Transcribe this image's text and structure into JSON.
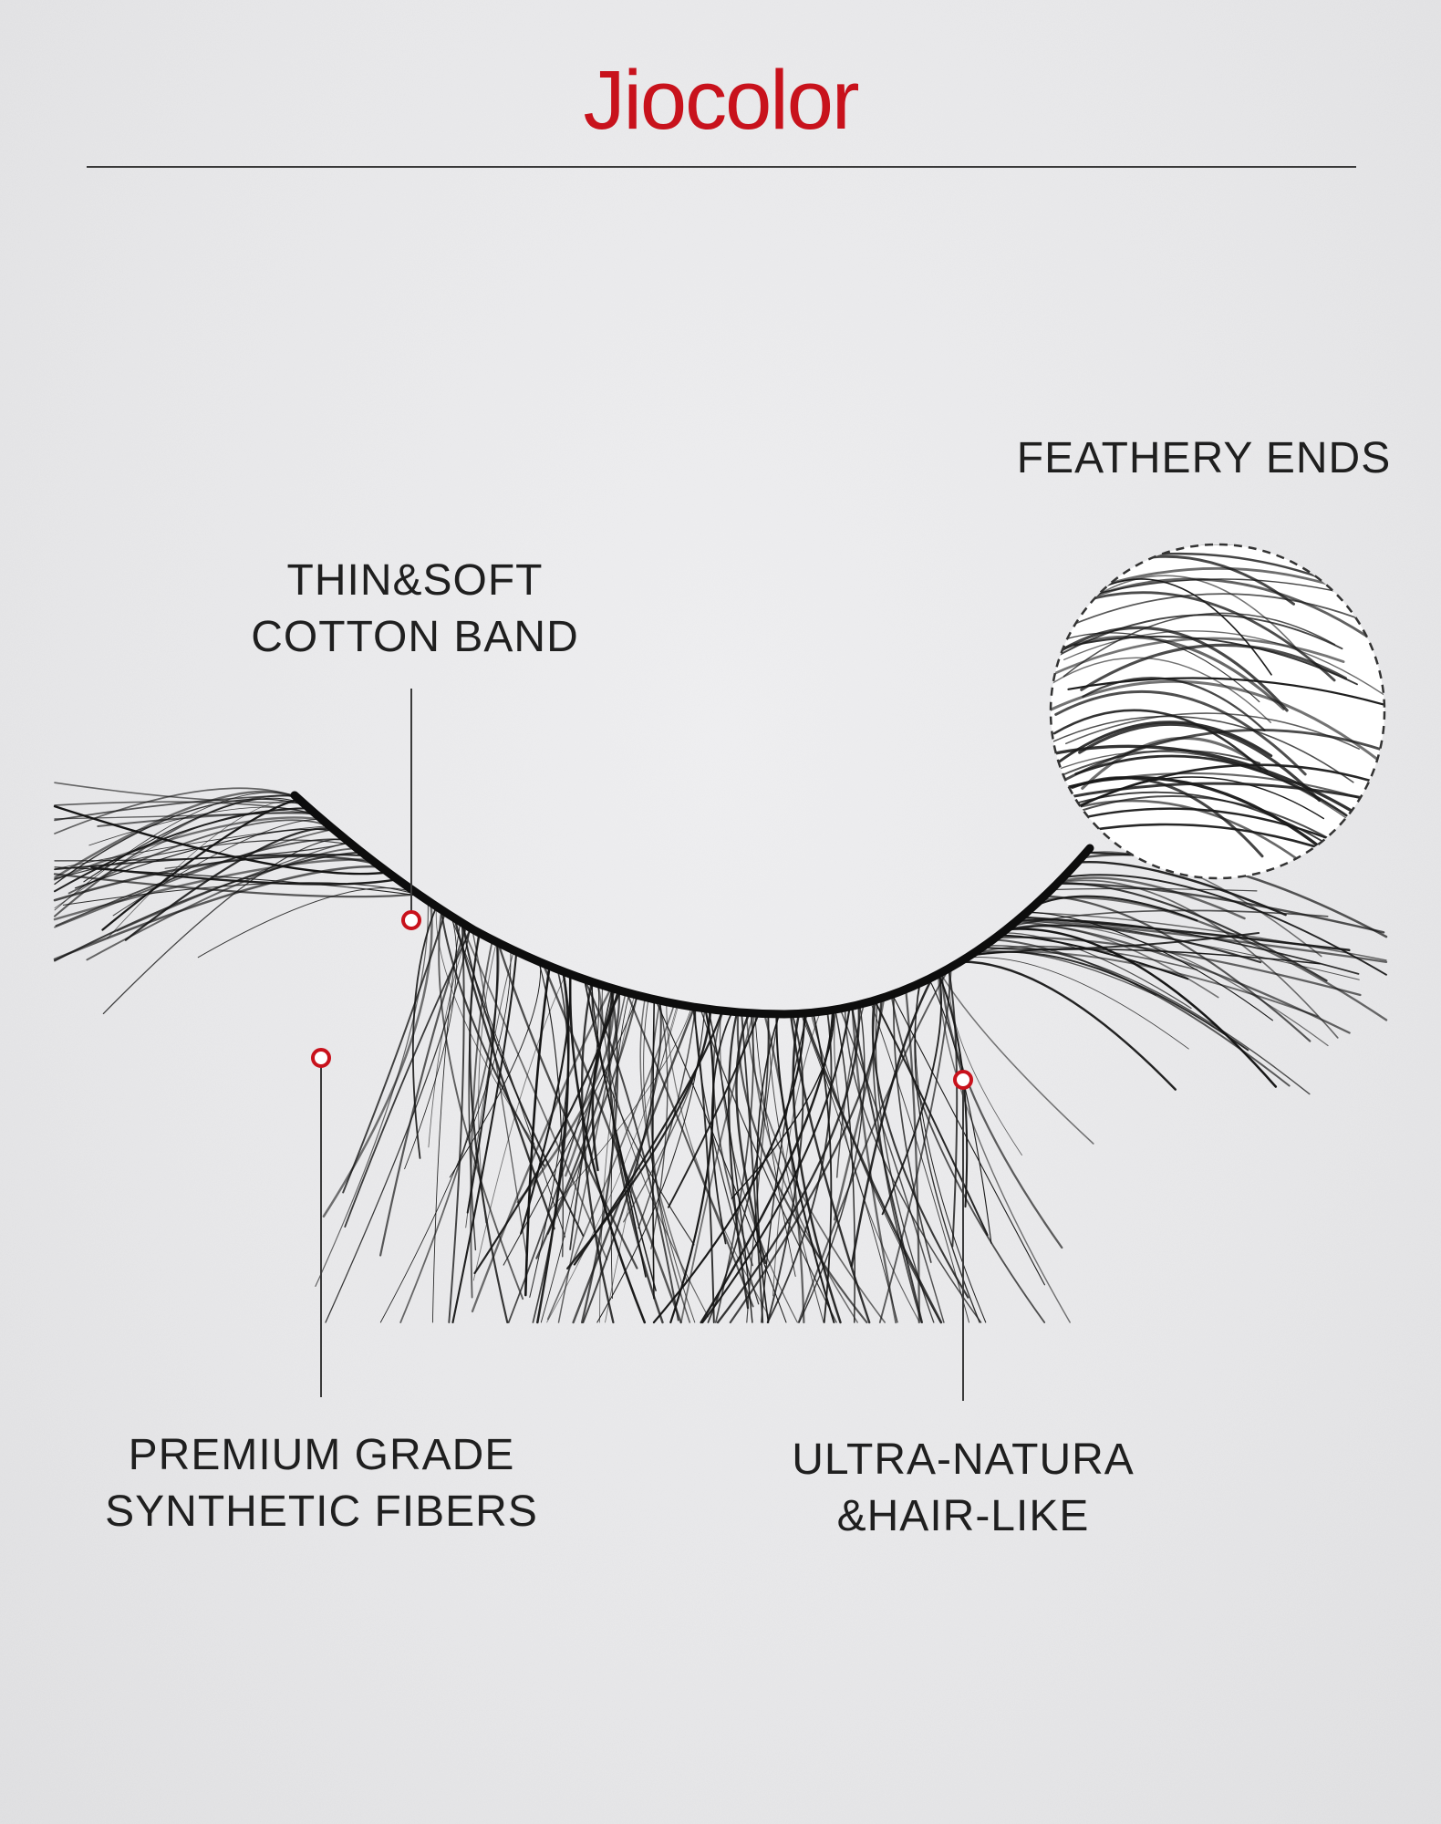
{
  "brand": {
    "name": "Jiocolor",
    "color": "#c8121c"
  },
  "features": {
    "feathery_ends": "FEATHERY ENDS",
    "cotton_band": [
      "THIN&SOFT",
      "COTTON BAND"
    ],
    "synthetic_fibers": [
      "PREMIUM GRADE",
      "SYNTHETIC FIBERS"
    ],
    "hair_like": [
      "ULTRA-NATURA",
      "&HAIR-LIKE"
    ]
  },
  "colors": {
    "background": "#e6e6e8",
    "marker": "#c8121c",
    "text": "#1f1f1f",
    "lash": "#151515"
  },
  "icons": {
    "product": "false-eyelash-strip-illustration",
    "zoom": "magnified-lash-tips-circle",
    "marker": "callout-dot-icon"
  }
}
